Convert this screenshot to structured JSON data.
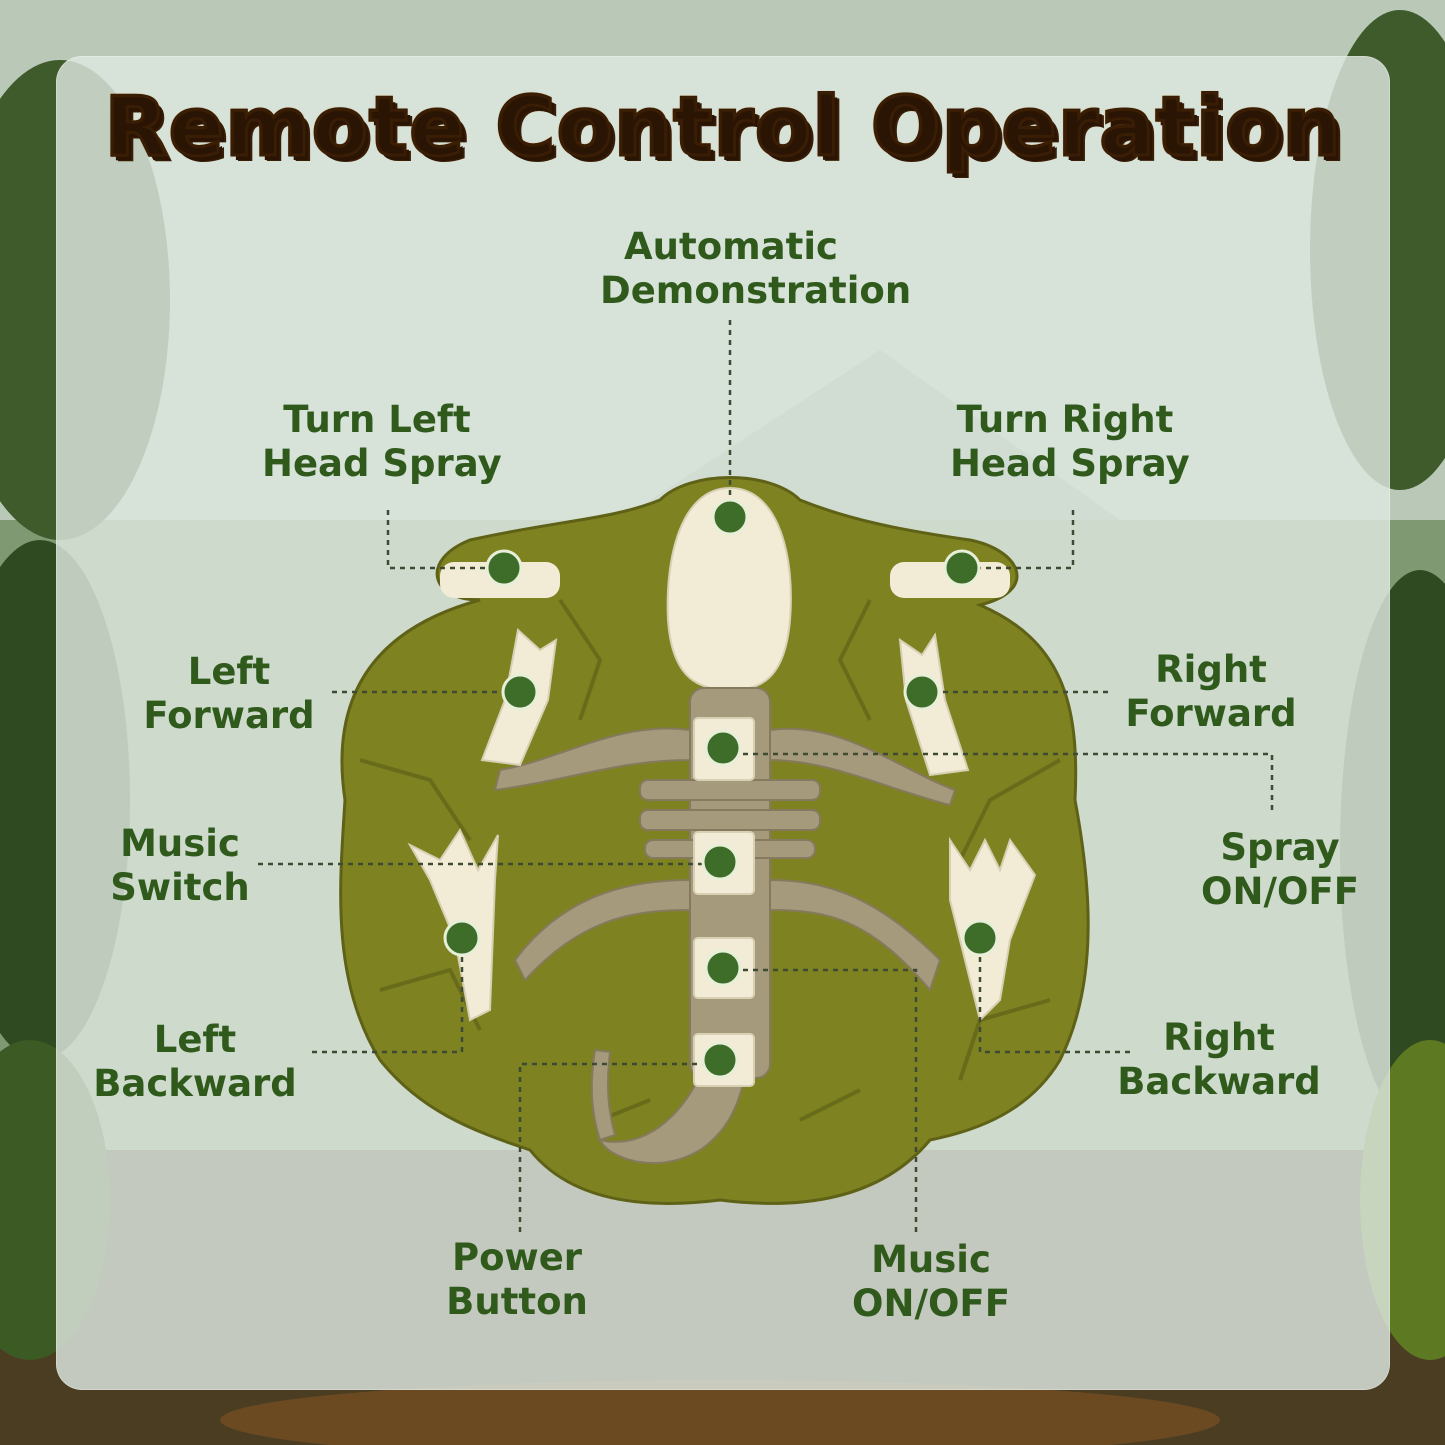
{
  "title": "Remote Control Operation",
  "colors": {
    "label_text": "#2f5a1c",
    "button_dot": "#3e6d2a",
    "base_green": "#7e8221",
    "bone_white": "#f2ecd6",
    "skeleton_tan": "#a69a7c",
    "title_orange": "#f7a21b"
  },
  "labels": {
    "auto_demo": [
      "Automatic",
      "Demonstration"
    ],
    "turn_left": [
      "Turn Left",
      "Head Spray"
    ],
    "turn_right": [
      "Turn Right",
      "Head Spray"
    ],
    "left_forward": [
      "Left",
      "Forward"
    ],
    "right_forward": [
      "Right",
      "Forward"
    ],
    "music_switch": [
      "Music",
      "Switch"
    ],
    "spray_onoff": [
      "Spray",
      "ON/OFF"
    ],
    "left_backward": [
      "Left",
      "Backward"
    ],
    "right_backward": [
      "Right",
      "Backward"
    ],
    "power_button": [
      "Power",
      "Button"
    ],
    "music_onoff": [
      "Music",
      "ON/OFF"
    ]
  }
}
